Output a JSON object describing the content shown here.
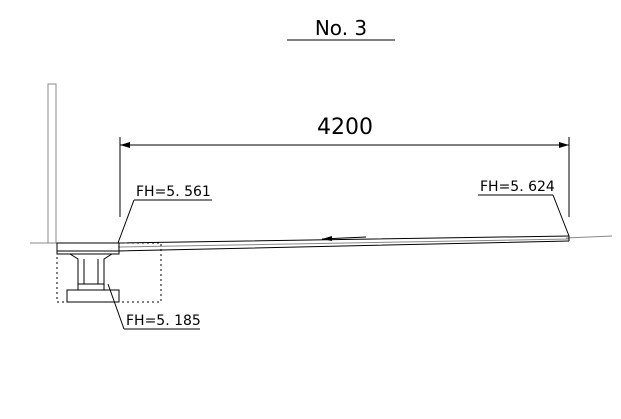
{
  "title": "No. 3",
  "dimension": {
    "length_label": "4200"
  },
  "levels": {
    "left_top": "FH=5. 561",
    "right_top": "FH=5. 624",
    "left_bottom": "FH=5. 185"
  },
  "colors": {
    "line": "#000000",
    "background": "#ffffff",
    "ground": "#888888"
  }
}
